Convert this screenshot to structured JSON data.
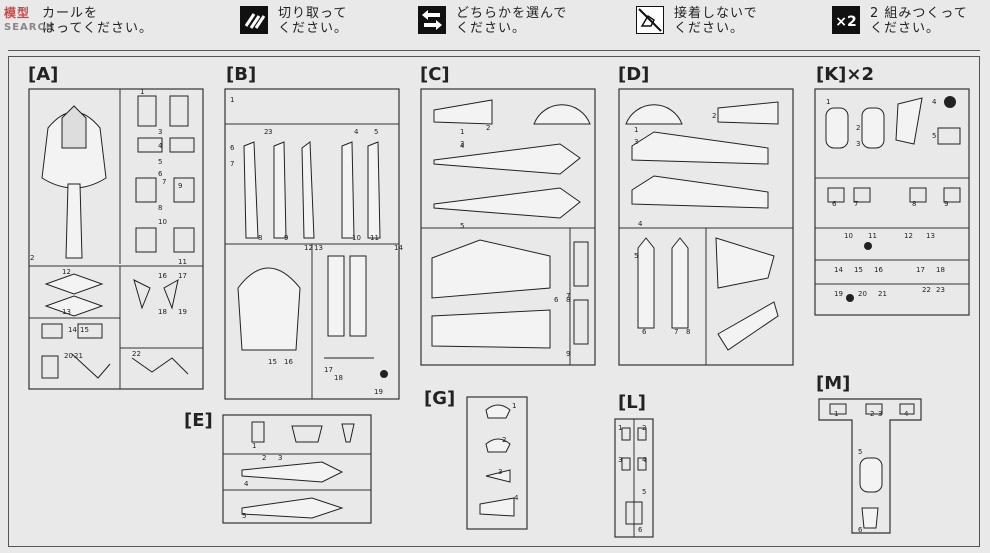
{
  "watermark": {
    "top": "模型",
    "text": "SEARCH"
  },
  "legend": [
    {
      "icon": "part-shape-icon",
      "text": "はってください。",
      "partial": "カールを"
    },
    {
      "icon": "cut-icon",
      "text": "切り取って\nください。"
    },
    {
      "icon": "arrows-icon",
      "text": "どちらかを選んで\nください。"
    },
    {
      "icon": "no-glue-icon",
      "text": "接着しないで\nください。"
    },
    {
      "icon": "x2-icon",
      "text": "2 組みつくって\nください。",
      "badge": "×2"
    }
  ],
  "sections": {
    "A": "[A]",
    "B": "[B]",
    "C": "[C]",
    "D": "[D]",
    "K": "[K]×2",
    "E": "[E]",
    "G": "[G]",
    "L": "[L]",
    "M": "[M]"
  },
  "parts": {
    "A": [
      "1",
      "2",
      "3",
      "4",
      "5",
      "6",
      "7",
      "8",
      "9",
      "10",
      "11",
      "12",
      "13",
      "14",
      "15",
      "16",
      "17",
      "18",
      "19",
      "20",
      "21",
      "22"
    ],
    "B": [
      "1",
      "2",
      "3",
      "4",
      "5",
      "6",
      "7",
      "8",
      "9",
      "10",
      "11",
      "12",
      "13",
      "14",
      "15",
      "16",
      "17",
      "18",
      "19"
    ],
    "C": [
      "1",
      "2",
      "3",
      "4",
      "5",
      "6",
      "7",
      "8",
      "9"
    ],
    "D": [
      "1",
      "2",
      "3",
      "4",
      "5",
      "6",
      "7",
      "8"
    ],
    "K": [
      "1",
      "2",
      "3",
      "4",
      "5",
      "6",
      "7",
      "8",
      "9",
      "10",
      "11",
      "12",
      "13",
      "14",
      "15",
      "16",
      "17",
      "18",
      "19",
      "20",
      "21",
      "22",
      "23"
    ],
    "E": [
      "1",
      "2",
      "3",
      "4",
      "5"
    ],
    "G": [
      "1",
      "2",
      "3",
      "4"
    ],
    "L": [
      "1",
      "2",
      "3",
      "4",
      "5",
      "6"
    ],
    "M": [
      "1",
      "2",
      "3",
      "4",
      "5",
      "6"
    ]
  }
}
